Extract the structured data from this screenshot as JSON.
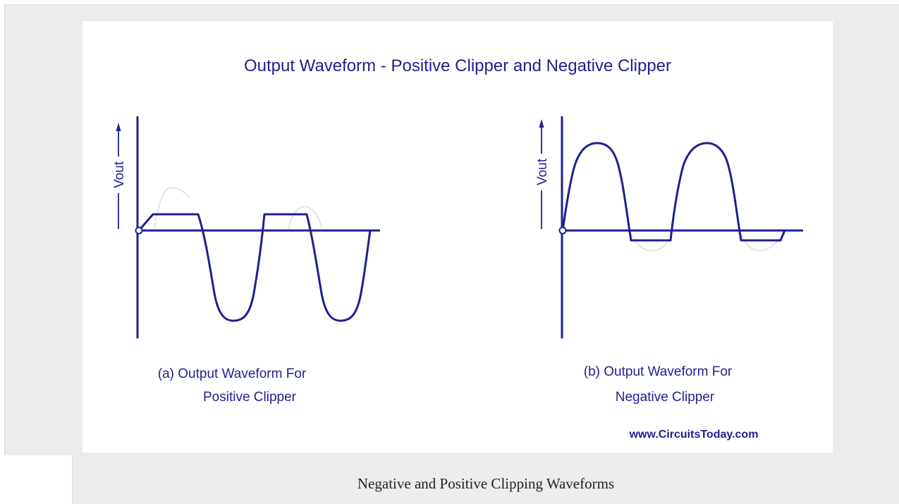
{
  "diagram": {
    "title": "Output Waveform - Positive Clipper and Negative Clipper",
    "panels": [
      {
        "id": "a",
        "axis_label": "Vout",
        "caption_line1": "(a) Output Waveform For",
        "caption_line2": "Positive Clipper"
      },
      {
        "id": "b",
        "axis_label": "Vout",
        "caption_line1": "(b) Output Waveform For",
        "caption_line2": "Negative Clipper"
      }
    ],
    "watermark": "www.CircuitsToday.com"
  },
  "caption": {
    "text": "Negative and Positive Clipping Waveforms"
  },
  "colors": {
    "waveform": "#1f1f8f",
    "ghost": "#dcdcec",
    "frame": "#ececec",
    "caption_text": "#222222"
  }
}
